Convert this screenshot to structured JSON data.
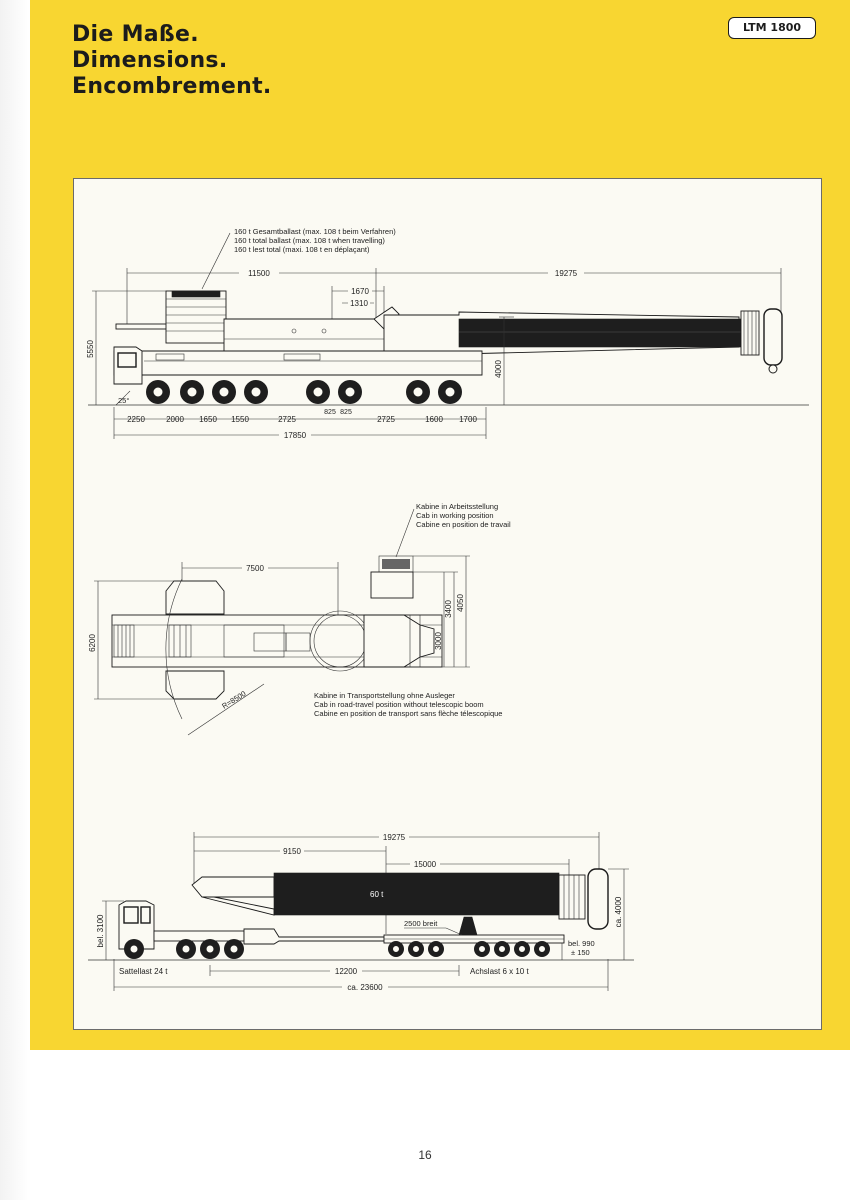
{
  "heading": {
    "lines": [
      "Die Maße.",
      "Dimensions.",
      "Encombrement."
    ]
  },
  "badge": "LTM 1800",
  "page_number": "16",
  "side_view": {
    "ballast_note": [
      "160 t Gesamtballast (max. 108 t beim Verfahren)",
      "160 t total ballast (max. 108 t when travelling)",
      "160 t lest total (maxi. 108 t en déplaçant)"
    ],
    "dims": {
      "d11500": "11500",
      "d19275": "19275",
      "d1670": "1670",
      "d1310": "1310",
      "d5550": "5550",
      "d4000": "4000",
      "angle": "25°",
      "axle_spacing": [
        "2250",
        "2000",
        "1650",
        "1550",
        "2725",
        "825",
        "825",
        "2725",
        "1600",
        "1700"
      ],
      "d17850": "17850"
    }
  },
  "top_view": {
    "cab_working": [
      "Kabine in Arbeitsstellung",
      "Cab in working position",
      "Cabine en position de travail"
    ],
    "cab_transport": [
      "Kabine in Transportstellung ohne Ausleger",
      "Cab in road-travel position without telescopic boom",
      "Cabine en position de transport sans flèche télescopique"
    ],
    "dims": {
      "d7500": "7500",
      "d6200": "6200",
      "d3400": "3400",
      "d4050": "4050",
      "d3000": "3000",
      "radius": "R=8500"
    }
  },
  "transport_view": {
    "dims": {
      "d19275": "19275",
      "d9150": "9150",
      "d15000": "15000",
      "d12200": "12200",
      "d23600": "ca. 23600",
      "d3100": "bel. 3100",
      "d4000": "ca. 4000",
      "d990": "bel. 990",
      "d150": "± 150"
    },
    "load": "60 t",
    "width_note": "2500 breit",
    "sattellast": "Sattellast 24 t",
    "achslast": "Achslast 6 x 10 t"
  }
}
